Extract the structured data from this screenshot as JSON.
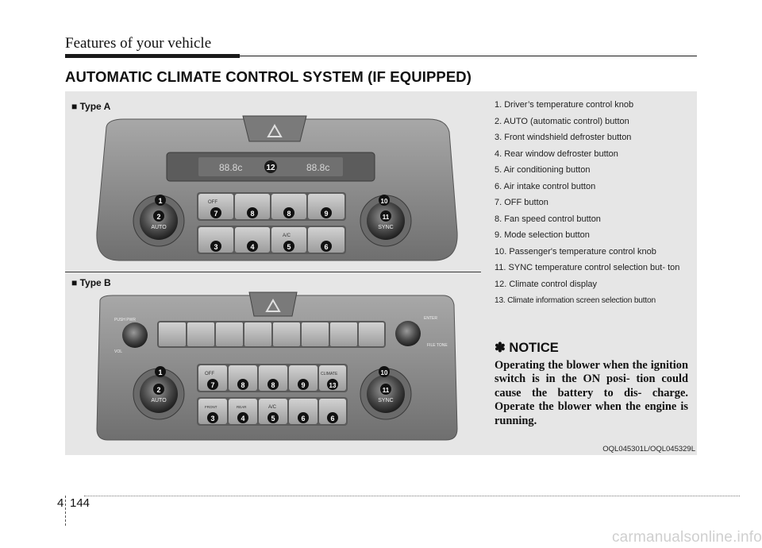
{
  "header": {
    "title": "Features of your vehicle"
  },
  "section": {
    "title": "AUTOMATIC CLIMATE CONTROL SYSTEM (IF EQUIPPED)"
  },
  "figure": {
    "type_a": "■ Type A",
    "type_b": "■ Type B",
    "code": "OQL045301L/OQL045329L",
    "labels": {
      "off": "OFF",
      "auto": "AUTO",
      "sync": "SYNC",
      "ac": "A/C",
      "climate": "CLIMATE",
      "push_pwr": "PUSH\nPWR",
      "vol": "VOL",
      "enter": "ENTER",
      "file_tone": "FILE\nTONE",
      "front": "FRONT",
      "rear": "REAR",
      "display_left": "88.8c",
      "display_right": "88.8c"
    },
    "callouts": [
      "1",
      "2",
      "3",
      "4",
      "5",
      "6",
      "7",
      "8",
      "9",
      "10",
      "11",
      "12",
      "13"
    ]
  },
  "list": {
    "items": [
      "1. Driver’s temperature control knob",
      "2. AUTO (automatic control) button",
      "3. Front windshield defroster button",
      "4. Rear window defroster button",
      "5. Air conditioning button",
      "6. Air intake control button",
      "7. OFF button",
      "8. Fan speed control button",
      "9. Mode selection button",
      "10. Passenger's temperature control knob",
      "11. SYNC temperature control selection but- ton",
      "12. Climate control display",
      "13. Climate information screen selection button"
    ]
  },
  "notice": {
    "icon": "✽",
    "title": "NOTICE",
    "body": "Operating the blower when the ignition switch is in the ON posi- tion could cause the battery to dis- charge. Operate the blower when the engine is running."
  },
  "footer": {
    "section": "4",
    "page": "144"
  },
  "watermark": "carmanualsonline.info",
  "colors": {
    "panel_bg": "#e6e6e6",
    "console": "#8c8c8c",
    "button": "#b8b8b8",
    "callout": "#1a1a1a"
  }
}
